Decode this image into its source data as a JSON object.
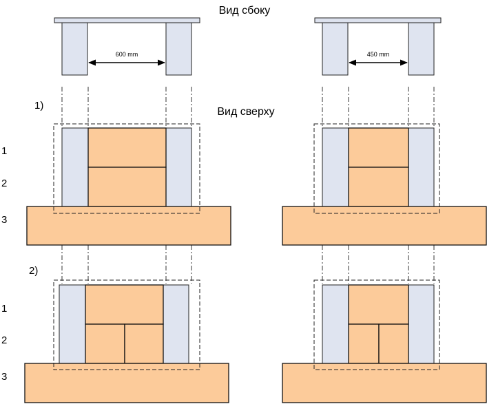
{
  "labels": {
    "side_view": "Вид сбоку",
    "top_view": "Вид сверху",
    "variant_1": "1)",
    "variant_2": "2)",
    "row_1a": "1",
    "row_2a": "2",
    "row_3a": "3",
    "row_1b": "1",
    "row_2b": "2",
    "row_3b": "3"
  },
  "dimensions": {
    "left_gap": "600 mm",
    "right_gap": "450 mm"
  },
  "colors": {
    "leg_fill": "#dfe4f0",
    "box_fill": "#fccb9a",
    "line": "#222222"
  }
}
